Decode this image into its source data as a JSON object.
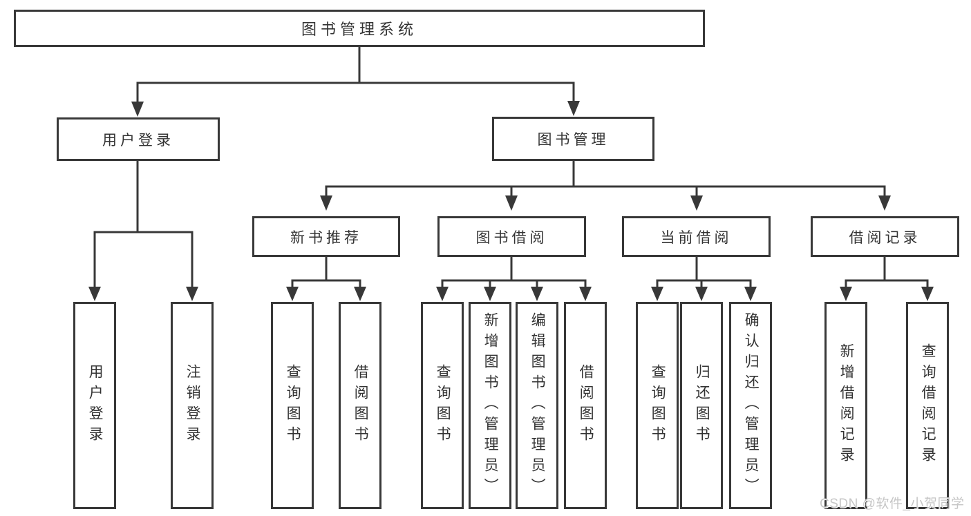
{
  "diagram": {
    "type": "hierarchy",
    "tree": {
      "label": "图书管理系统",
      "children": [
        {
          "label": "用户登录",
          "children": [
            {
              "label": "用户登录"
            },
            {
              "label": "注销登录"
            }
          ]
        },
        {
          "label": "图书管理",
          "children": [
            {
              "label": "新书推荐",
              "children": [
                {
                  "label": "查询图书"
                },
                {
                  "label": "借阅图书"
                }
              ]
            },
            {
              "label": "图书借阅",
              "children": [
                {
                  "label": "查询图书"
                },
                {
                  "label": "新增图书（管理员）"
                },
                {
                  "label": "编辑图书（管理员）"
                },
                {
                  "label": "借阅图书"
                }
              ]
            },
            {
              "label": "当前借阅",
              "children": [
                {
                  "label": "查询图书"
                },
                {
                  "label": "归还图书"
                },
                {
                  "label": "确认归还（管理员）"
                }
              ]
            },
            {
              "label": "借阅记录",
              "children": [
                {
                  "label": "新增借阅记录"
                },
                {
                  "label": "查询借阅记录"
                }
              ]
            }
          ]
        }
      ]
    },
    "colors": {
      "line": "#383838",
      "box_border": "#383838",
      "box_fill": "#ffffff",
      "text": "#333333",
      "watermark_text": "#c6c6c6",
      "background": "#ffffff"
    }
  },
  "watermark": {
    "label": "CSDN @软件_小贺同学"
  }
}
